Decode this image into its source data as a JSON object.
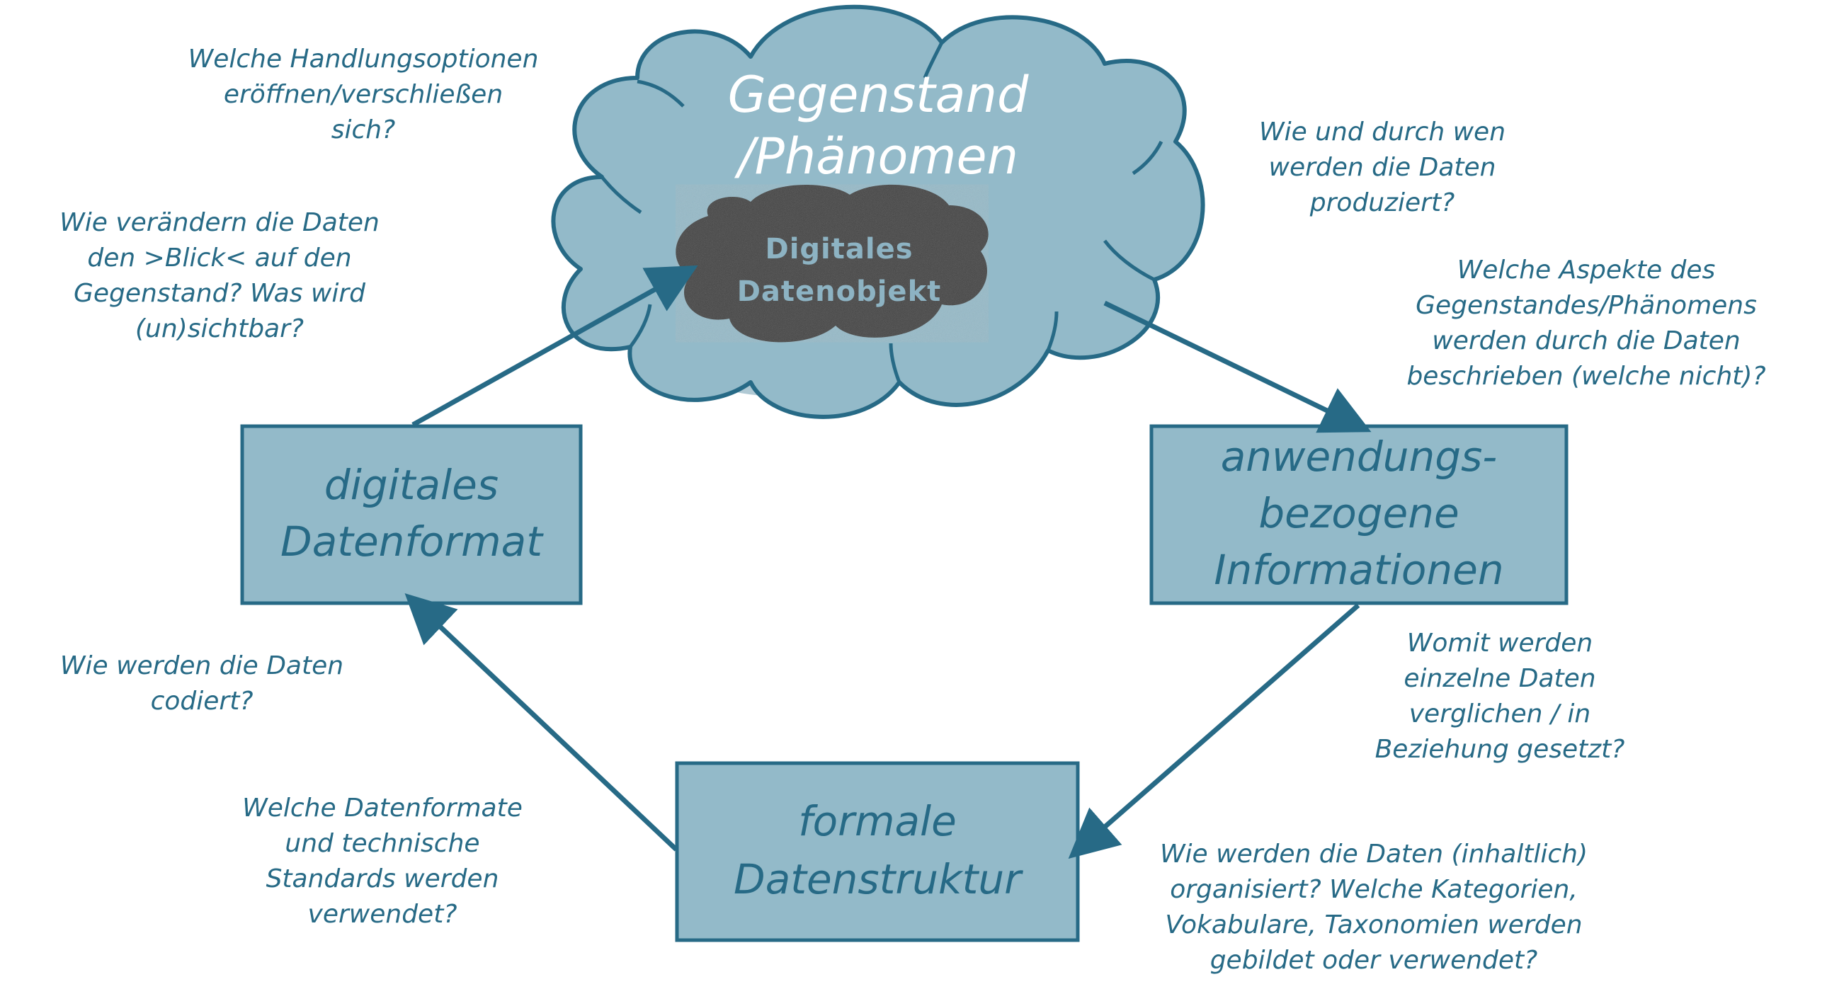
{
  "colors": {
    "box_fill": "#93bac9",
    "stroke": "#276a86",
    "text": "#276a86",
    "cloud_fill": "#93bac9",
    "cloud_title": "#ffffff",
    "inner_cloud": "#3c3c3c"
  },
  "cloud": {
    "title_line1": "Gegenstand",
    "title_line2": "/Phänomen",
    "inner_line1": "Digitales",
    "inner_line2": "Datenobjekt"
  },
  "boxes": {
    "left": {
      "line1": "digitales",
      "line2": "Datenformat"
    },
    "right": {
      "line1": "anwendungs-",
      "line2": "bezogene",
      "line3": "Informationen"
    },
    "bottom": {
      "line1": "formale",
      "line2": "Datenstruktur"
    }
  },
  "questions": {
    "top_left_1": [
      "Welche Handlungsoptionen",
      "eröffnen/verschließen",
      "sich?"
    ],
    "top_left_2": [
      "Wie verändern die Daten",
      "den >Blick< auf den",
      "Gegenstand? Was wird",
      "(un)sichtbar?"
    ],
    "top_right_1": [
      "Wie und durch wen",
      "werden die Daten",
      "produziert?"
    ],
    "top_right_2": [
      "Welche Aspekte des",
      "Gegenstandes/Phänomens",
      "werden durch die Daten",
      "beschrieben (welche nicht)?"
    ],
    "mid_left": [
      "Wie werden die Daten",
      "codiert?"
    ],
    "mid_right": [
      "Womit werden",
      "einzelne Daten",
      "verglichen / in",
      "Beziehung gesetzt?"
    ],
    "bottom_left": [
      "Welche Datenformate",
      "und technische",
      "Standards werden",
      "verwendet?"
    ],
    "bottom_right": [
      "Wie werden die Daten (inhaltlich)",
      "organisiert? Welche Kategorien,",
      "Vokabulare, Taxonomien werden",
      "gebildet oder verwendet?"
    ]
  }
}
